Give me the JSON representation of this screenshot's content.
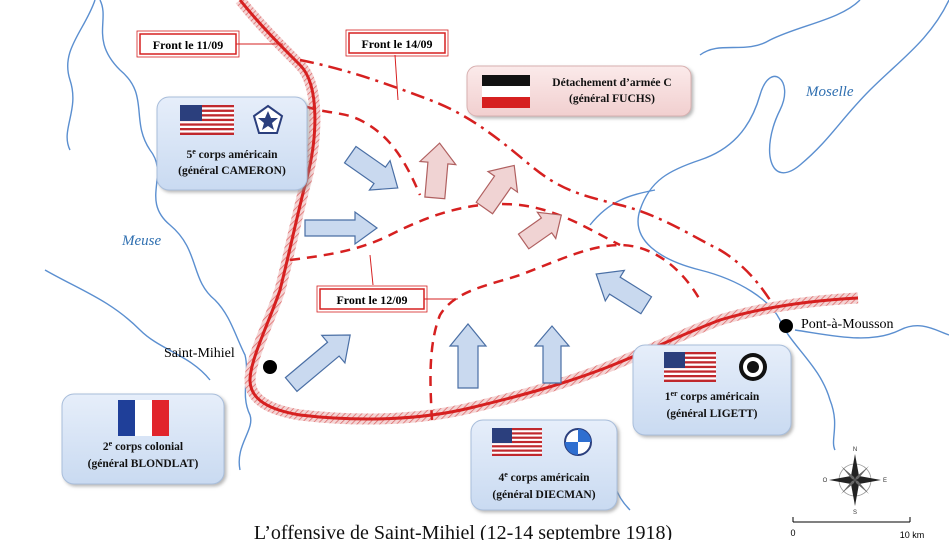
{
  "title": "L’offensive de Saint-Mihiel (12-14 septembre 1918)",
  "rivers": {
    "meuse": "Meuse",
    "moselle": "Moselle"
  },
  "towns": {
    "saint_mihiel": "Saint-Mihiel",
    "pont_a_mousson": "Pont-à-Mousson"
  },
  "fronts": {
    "f1109": "Front le 11/09",
    "f1409": "Front le 14/09",
    "f1209": "Front le 12/09"
  },
  "units": {
    "german": {
      "line1": "Détachement d’armée C",
      "line2": "(général FUCHS)"
    },
    "us5": {
      "num": "5",
      "sup": "e",
      "rest": " corps américain",
      "line2": "(général CAMERON)"
    },
    "fr2": {
      "num": "2",
      "sup": "e",
      "rest": " corps colonial",
      "line2": "(général BLONDLAT)"
    },
    "us4": {
      "num": "4",
      "sup": "e",
      "rest": " corps américain",
      "line2": "(général DIECMAN)"
    },
    "us1": {
      "num": "1",
      "sup": "er",
      "rest": " corps américain",
      "line2": "(général LIGETT)"
    }
  },
  "scale": {
    "start": "0",
    "end": "10 km"
  },
  "compass": {
    "n": "N",
    "s": "S",
    "e": "E",
    "o": "O"
  },
  "colors": {
    "front": "#d62020",
    "river": "#5b8fd0",
    "box": "#d9e6f7",
    "arrow_us": "#c9d9ef",
    "arrow_de": "#f0d3d3"
  }
}
